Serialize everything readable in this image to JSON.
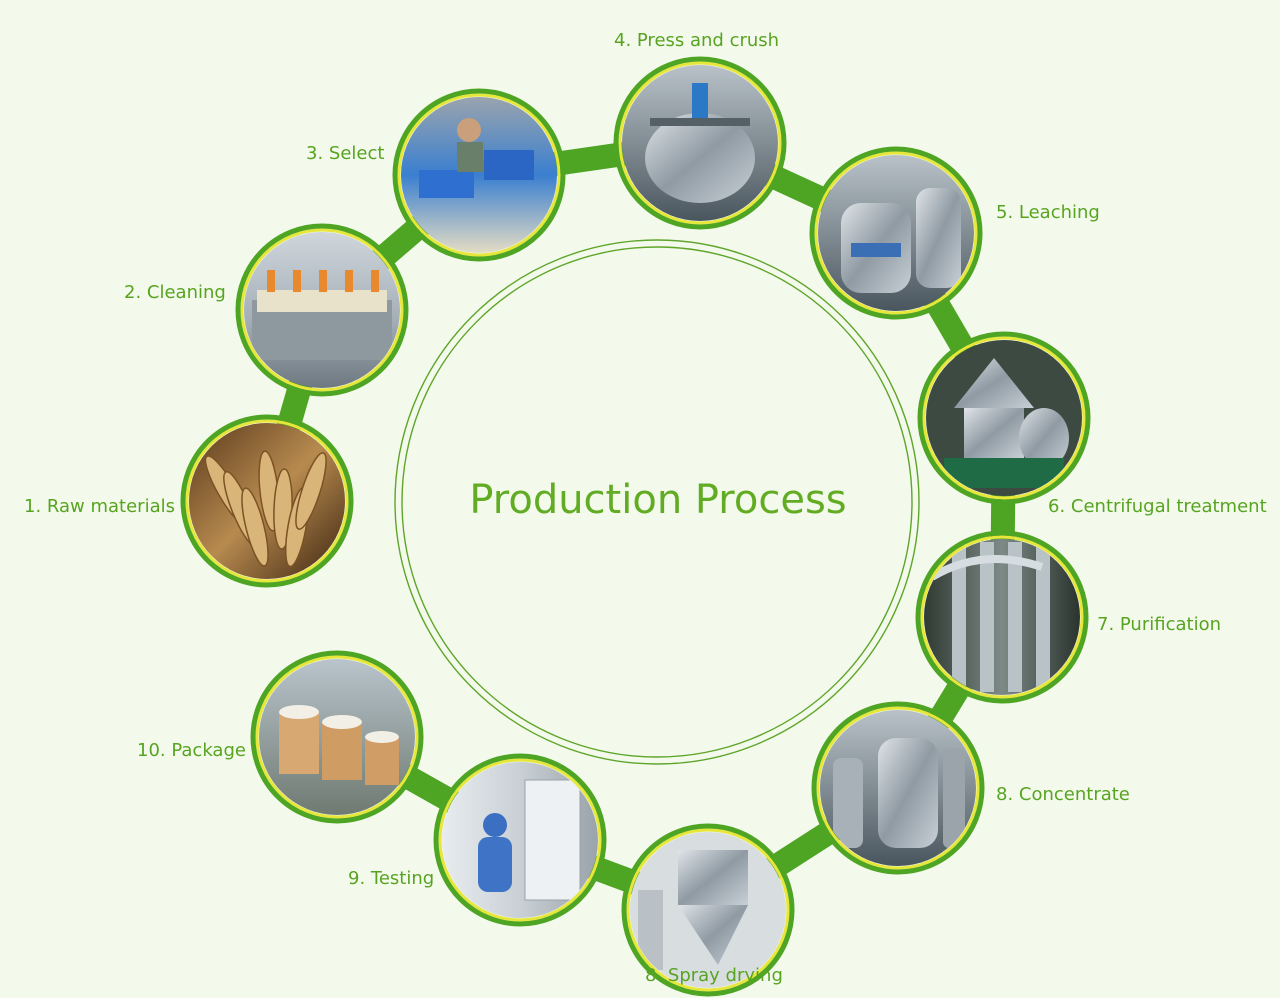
{
  "title": "Production Process",
  "colors": {
    "background": "#f3faec",
    "connector": "#4ea423",
    "ring_outline": "#5fa52a",
    "node_rim": "#e6e73a",
    "label": "#58a421"
  },
  "steps": [
    {
      "label": "1. Raw materials",
      "photo": "ginseng-roots-photo"
    },
    {
      "label": "2. Cleaning",
      "photo": "washing-machine-photo"
    },
    {
      "label": "3. Select",
      "photo": "sorting-workers-photo"
    },
    {
      "label": "4. Press and crush",
      "photo": "steel-kettle-photo"
    },
    {
      "label": "5. Leaching",
      "photo": "extraction-tank-photo"
    },
    {
      "label": "6. Centrifugal treatment",
      "photo": "centrifuge-photo"
    },
    {
      "label": "7. Purification",
      "photo": "purification-columns-photo"
    },
    {
      "label": "8. Concentrate",
      "photo": "concentrator-tank-photo"
    },
    {
      "label": "8. Spray drying",
      "photo": "spray-dryer-photo"
    },
    {
      "label": "9. Testing",
      "photo": "lab-technician-photo"
    },
    {
      "label": "10. Package",
      "photo": "fiber-drums-photo"
    }
  ]
}
